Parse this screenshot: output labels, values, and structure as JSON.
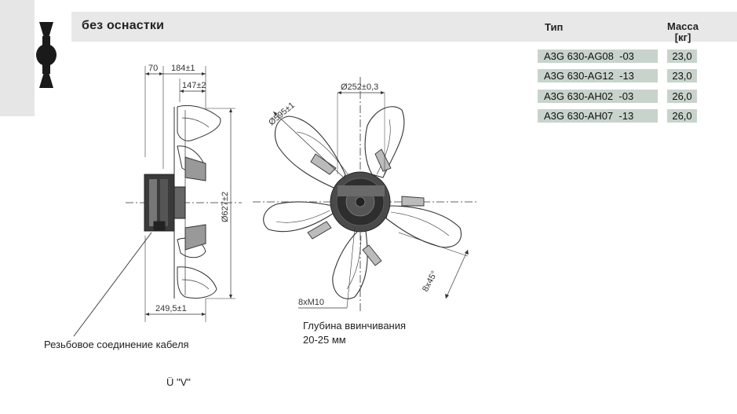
{
  "section": {
    "title": "без оснастки"
  },
  "table": {
    "col_type": "Тип",
    "col_mass": "Масса [кг]",
    "rows": [
      {
        "type": "A3G 630-AG08  -03",
        "mass": "23,0"
      },
      {
        "type": "A3G 630-AG12  -13",
        "mass": "23,0"
      },
      {
        "type": "A3G 630-AH02  -03",
        "mass": "26,0"
      },
      {
        "type": "A3G 630-AH07  -13",
        "mass": "26,0"
      }
    ]
  },
  "drawing": {
    "dimensions": {
      "d70": "70",
      "d184": "184±1",
      "d147": "147±2",
      "d627": "Ø627±2",
      "d249": "249,5±1",
      "d252": "Ø252±0,3",
      "d595": "Ø595±1",
      "dm10": "8xM10",
      "deg45": "8x45°"
    },
    "labels": {
      "cable": "Резьбовое соединение кабеля",
      "depth_line1": "Глубина ввинчивания",
      "depth_line2": "20-25 мм",
      "view": "Ü \"V\""
    }
  }
}
